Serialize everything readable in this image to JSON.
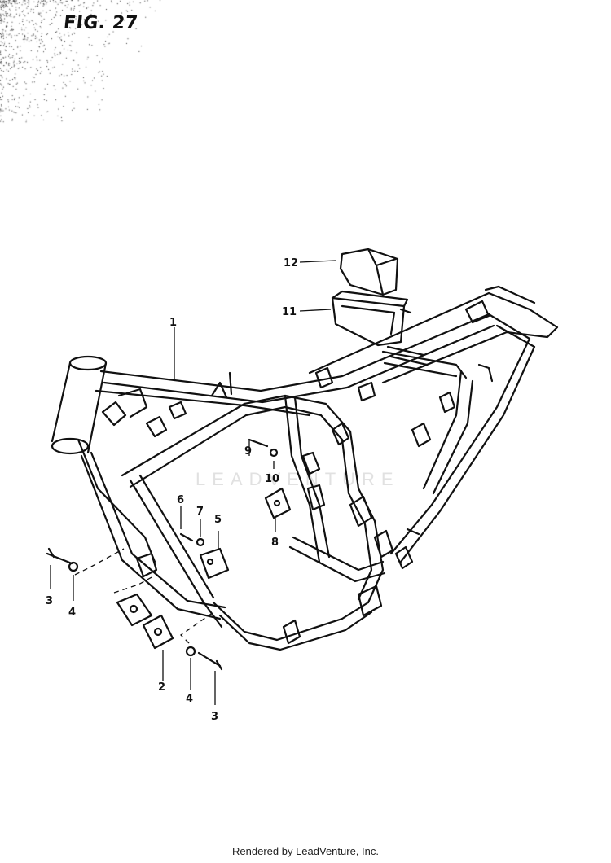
{
  "figure": {
    "title": "FIG. 27",
    "callouts": [
      "1",
      "2",
      "3",
      "3",
      "4",
      "4",
      "5",
      "6",
      "7",
      "8",
      "9",
      "10",
      "11",
      "12"
    ]
  },
  "watermark": {
    "text": "LEADVENTURE"
  },
  "footer": {
    "text": "Rendered by LeadVenture, Inc."
  },
  "colors": {
    "ink": "#111111",
    "paper": "#ffffff",
    "watermark": "#c9c9c9"
  }
}
